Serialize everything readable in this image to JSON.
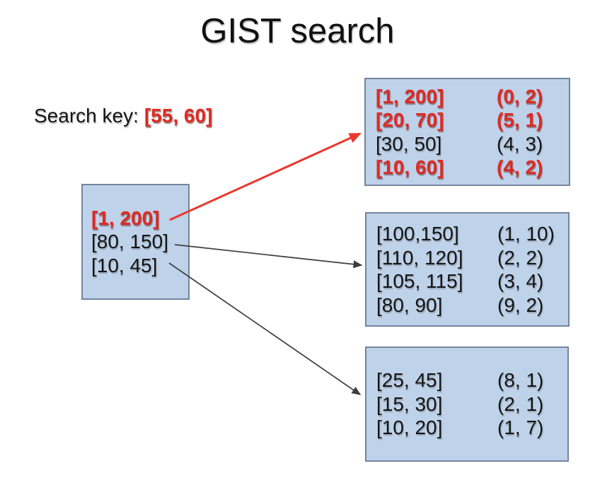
{
  "title": "GIST search",
  "search_key": {
    "label": "Search key:",
    "value": "[55, 60]"
  },
  "root_node": {
    "entries": [
      {
        "key": "[1, 200]",
        "highlight": true
      },
      {
        "key": "[80, 150]",
        "highlight": false
      },
      {
        "key": "[10, 45]",
        "highlight": false
      }
    ]
  },
  "leaf_nodes": [
    {
      "rows": [
        {
          "key": "[1, 200]",
          "value": "(0, 2)",
          "highlight": true
        },
        {
          "key": "[20, 70]",
          "value": "(5, 1)",
          "highlight": true
        },
        {
          "key": "[30, 50]",
          "value": "(4, 3)",
          "highlight": false
        },
        {
          "key": "[10, 60]",
          "value": "(4, 2)",
          "highlight": true
        }
      ]
    },
    {
      "rows": [
        {
          "key": "[100,150]",
          "value": "(1, 10)",
          "highlight": false
        },
        {
          "key": "[110, 120]",
          "value": "(2, 2)",
          "highlight": false
        },
        {
          "key": "[105, 115]",
          "value": "(3, 4)",
          "highlight": false
        },
        {
          "key": "[80, 90]",
          "value": "(9, 2)",
          "highlight": false
        }
      ]
    },
    {
      "rows": [
        {
          "key": "[25, 45]",
          "value": "(8, 1)",
          "highlight": false
        },
        {
          "key": "[15, 30]",
          "value": "(2, 1)",
          "highlight": false
        },
        {
          "key": "[10, 20]",
          "value": "(1, 7)",
          "highlight": false
        }
      ]
    }
  ],
  "connections": [
    {
      "from": "root entry [1, 200]",
      "to": "leaf 1",
      "highlighted": true
    },
    {
      "from": "root entry [80, 150]",
      "to": "leaf 2",
      "highlighted": false
    },
    {
      "from": "root entry [10, 45]",
      "to": "leaf 3",
      "highlighted": false
    }
  ],
  "colors": {
    "highlight_red": "#de2a23",
    "arrow_red": "#ea372f",
    "arrow_black": "#3d3d3d",
    "box_fill": "#bed2ea",
    "box_border": "#74849e",
    "text_black": "#141414"
  }
}
